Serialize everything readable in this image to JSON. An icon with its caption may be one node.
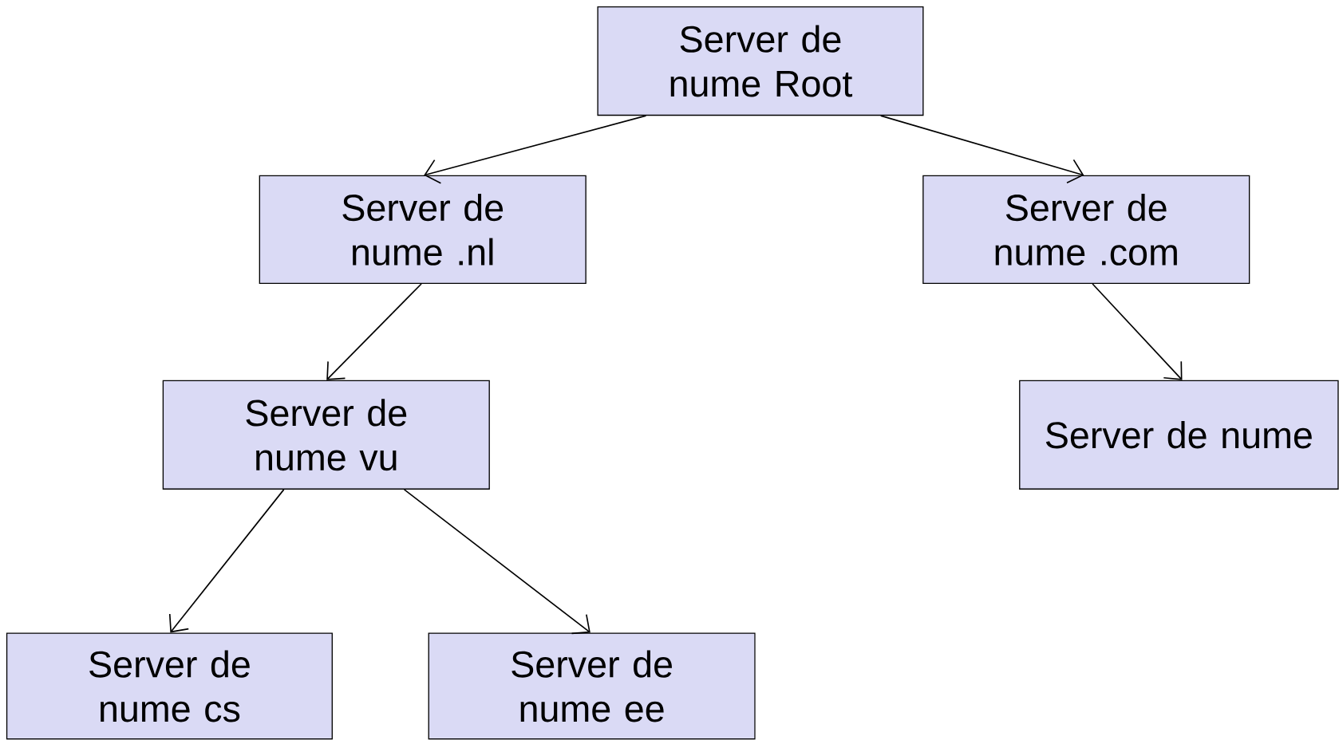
{
  "diagram": {
    "nodes": [
      {
        "text": [
          "Server de nume Root"
        ]
      },
      {
        "text": [
          "Server de nume .nl"
        ]
      },
      {
        "text": [
          "Server de nume .com"
        ]
      },
      {
        "text": [
          "Server de nume vu"
        ]
      },
      {
        "text": [
          "Server de nume"
        ]
      },
      {
        "text": [
          "Server de nume cs"
        ]
      },
      {
        "text": [
          "Server de nume ee"
        ]
      }
    ],
    "edges": [
      {
        "from": 0,
        "to": 1,
        "arrow": "to"
      },
      {
        "from": 0,
        "to": 2,
        "arrow": "to"
      },
      {
        "from": 1,
        "to": 3,
        "arrow": "to"
      },
      {
        "from": 2,
        "to": 4,
        "arrow": "to"
      },
      {
        "from": 3,
        "to": 5,
        "arrow": "to"
      },
      {
        "from": 3,
        "to": 6,
        "arrow": "to"
      }
    ]
  }
}
